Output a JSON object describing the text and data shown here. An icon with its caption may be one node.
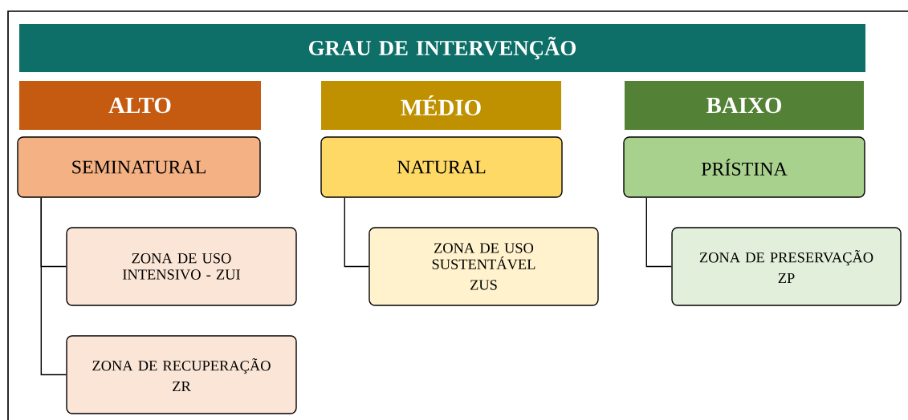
{
  "diagram": {
    "nodes": [
      {
        "text": [
          "GRAU DE INTERVENÇÃO"
        ]
      },
      {
        "text": [
          "ALTO"
        ]
      },
      {
        "text": [
          "MÉDIO"
        ]
      },
      {
        "text": [
          "BAIXO"
        ]
      },
      {
        "text": [
          "SEMINATURAL"
        ]
      },
      {
        "text": [
          "NATURAL"
        ]
      },
      {
        "text": [
          "PRÍSTINA"
        ]
      },
      {
        "text": [
          "ZONA DE USO INTENSIVO - ZUI"
        ]
      },
      {
        "text": [
          "ZONA DE RECUPERAÇÃO",
          "ZR"
        ]
      },
      {
        "text": [
          "ZONA DE USO SUSTENTÁVEL",
          "ZUS"
        ]
      },
      {
        "text": [
          "ZONA DE PRESERVAÇÃO",
          "ZP"
        ]
      }
    ],
    "edges": [
      {
        "from": 4,
        "to": 7,
        "arrow": "none"
      },
      {
        "from": 4,
        "to": 8,
        "arrow": "none"
      },
      {
        "from": 5,
        "to": 9,
        "arrow": "none"
      },
      {
        "from": 6,
        "to": 10,
        "arrow": "none"
      }
    ]
  }
}
